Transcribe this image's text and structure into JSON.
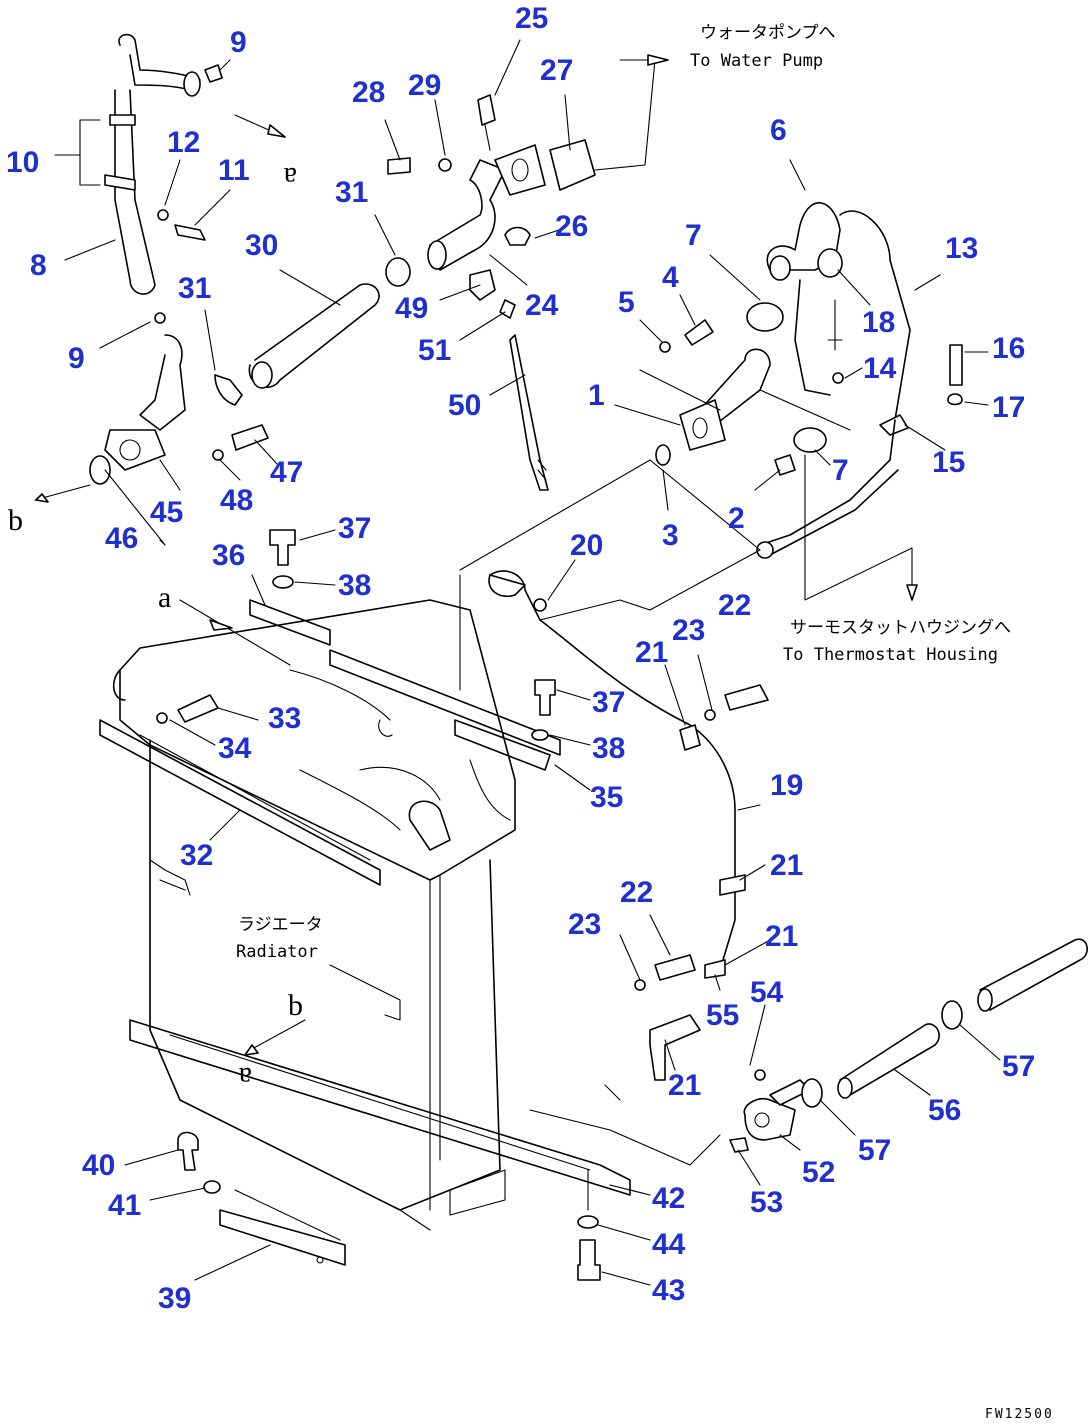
{
  "notes": {
    "water_pump_jp": "ウォータポンプへ",
    "water_pump_en": "To Water Pump",
    "thermostat_jp": "サーモスタットハウジングへ",
    "thermostat_en": "To Thermostat Housing",
    "radiator_jp": "ラジエータ",
    "radiator_en": "Radiator"
  },
  "letters": {
    "a_top": "a",
    "b_left": "b",
    "b_mid": "b",
    "e_top": "a",
    "e_mid": "a"
  },
  "figure_code": "FW12500",
  "callouts": [
    {
      "id": "c1",
      "label": "1"
    },
    {
      "id": "c2",
      "label": "2"
    },
    {
      "id": "c3",
      "label": "3"
    },
    {
      "id": "c4",
      "label": "4"
    },
    {
      "id": "c5",
      "label": "5"
    },
    {
      "id": "c6",
      "label": "6"
    },
    {
      "id": "c7a",
      "label": "7"
    },
    {
      "id": "c7b",
      "label": "7"
    },
    {
      "id": "c8",
      "label": "8"
    },
    {
      "id": "c9a",
      "label": "9"
    },
    {
      "id": "c9b",
      "label": "9"
    },
    {
      "id": "c10",
      "label": "10"
    },
    {
      "id": "c11",
      "label": "11"
    },
    {
      "id": "c12",
      "label": "12"
    },
    {
      "id": "c13",
      "label": "13"
    },
    {
      "id": "c14",
      "label": "14"
    },
    {
      "id": "c15",
      "label": "15"
    },
    {
      "id": "c16",
      "label": "16"
    },
    {
      "id": "c17",
      "label": "17"
    },
    {
      "id": "c18",
      "label": "18"
    },
    {
      "id": "c19",
      "label": "19"
    },
    {
      "id": "c20",
      "label": "20"
    },
    {
      "id": "c21a",
      "label": "21"
    },
    {
      "id": "c21b",
      "label": "21"
    },
    {
      "id": "c21c",
      "label": "21"
    },
    {
      "id": "c21d",
      "label": "21"
    },
    {
      "id": "c22a",
      "label": "22"
    },
    {
      "id": "c22b",
      "label": "22"
    },
    {
      "id": "c23a",
      "label": "23"
    },
    {
      "id": "c23b",
      "label": "23"
    },
    {
      "id": "c24",
      "label": "24"
    },
    {
      "id": "c25",
      "label": "25"
    },
    {
      "id": "c26",
      "label": "26"
    },
    {
      "id": "c27",
      "label": "27"
    },
    {
      "id": "c28",
      "label": "28"
    },
    {
      "id": "c29",
      "label": "29"
    },
    {
      "id": "c30",
      "label": "30"
    },
    {
      "id": "c31a",
      "label": "31"
    },
    {
      "id": "c31b",
      "label": "31"
    },
    {
      "id": "c32",
      "label": "32"
    },
    {
      "id": "c33",
      "label": "33"
    },
    {
      "id": "c34",
      "label": "34"
    },
    {
      "id": "c35",
      "label": "35"
    },
    {
      "id": "c36",
      "label": "36"
    },
    {
      "id": "c37a",
      "label": "37"
    },
    {
      "id": "c37b",
      "label": "37"
    },
    {
      "id": "c38a",
      "label": "38"
    },
    {
      "id": "c38b",
      "label": "38"
    },
    {
      "id": "c39",
      "label": "39"
    },
    {
      "id": "c40",
      "label": "40"
    },
    {
      "id": "c41",
      "label": "41"
    },
    {
      "id": "c42",
      "label": "42"
    },
    {
      "id": "c43",
      "label": "43"
    },
    {
      "id": "c44",
      "label": "44"
    },
    {
      "id": "c45",
      "label": "45"
    },
    {
      "id": "c46",
      "label": "46"
    },
    {
      "id": "c47",
      "label": "47"
    },
    {
      "id": "c48",
      "label": "48"
    },
    {
      "id": "c49",
      "label": "49"
    },
    {
      "id": "c50",
      "label": "50"
    },
    {
      "id": "c51",
      "label": "51"
    },
    {
      "id": "c52",
      "label": "52"
    },
    {
      "id": "c53",
      "label": "53"
    },
    {
      "id": "c54",
      "label": "54"
    },
    {
      "id": "c55",
      "label": "55"
    },
    {
      "id": "c56",
      "label": "56"
    },
    {
      "id": "c57a",
      "label": "57"
    },
    {
      "id": "c57b",
      "label": "57"
    }
  ],
  "colors": {
    "callout": "#1f2fd0",
    "line": "#000000",
    "background": "#ffffff"
  }
}
